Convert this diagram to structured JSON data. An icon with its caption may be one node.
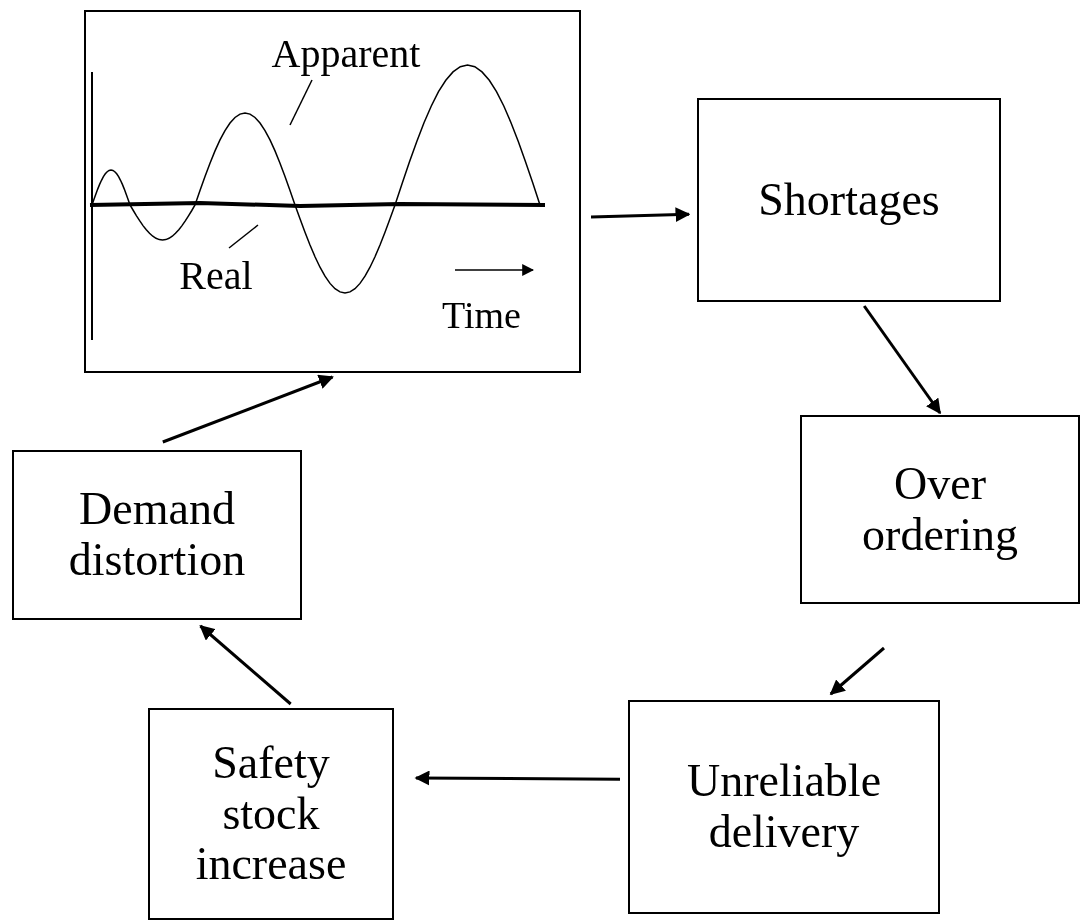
{
  "diagram": {
    "nodes": [
      {
        "text": [],
        "shape": "box"
      },
      {
        "text": [
          "Apparent"
        ],
        "in": 0
      },
      {
        "text": [
          "Real"
        ],
        "in": 0
      },
      {
        "text": [
          "Shortages"
        ]
      },
      {
        "text": [
          "Over ordering"
        ]
      },
      {
        "text": [
          "Unreliable delivery"
        ]
      },
      {
        "text": [
          "Safety stock increase"
        ]
      },
      {
        "text": [
          "Demand distortion"
        ]
      }
    ],
    "edges": [
      {
        "from": 0,
        "to": 3,
        "arrow": "to"
      },
      {
        "from": 3,
        "to": 4,
        "arrow": "to"
      },
      {
        "from": 4,
        "to": 5,
        "arrow": "to"
      },
      {
        "from": 5,
        "to": 6,
        "arrow": "to"
      },
      {
        "from": 6,
        "to": 7,
        "arrow": "to"
      },
      {
        "from": 7,
        "to": 0,
        "arrow": "to"
      },
      {
        "from": 1,
        "to": null,
        "arrow": "none"
      },
      {
        "from": 2,
        "to": null,
        "arrow": "none"
      }
    ],
    "labels": [
      "Time"
    ]
  }
}
